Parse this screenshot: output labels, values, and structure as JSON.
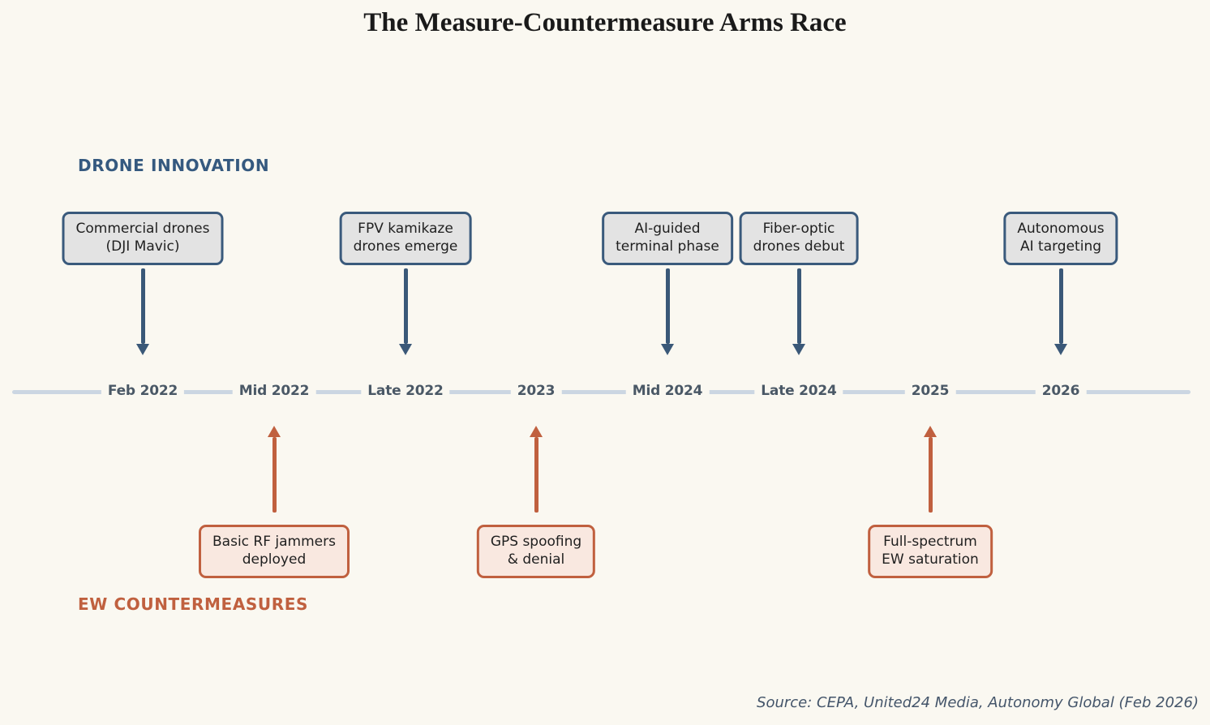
{
  "title": "The Measure-Countermeasure Arms Race",
  "source_note": "Source: CEPA, United24 Media, Autonomy Global (Feb 2026)",
  "theme": {
    "colors": {
      "background": "#FAF8F1",
      "title": "#1a1a1a",
      "innovation_accent": "#35597F",
      "innovation_box_fill": "#E3E3E3",
      "innovation_box_border": "#3A5A7C",
      "innovation_arrow": "#3A5878",
      "countermeasure_accent": "#C0603F",
      "countermeasure_box_fill": "#F9E8E0",
      "countermeasure_box_border": "#C0603F",
      "countermeasure_arrow": "#C0603F",
      "timeline_line": "#CBD6E2",
      "tick_text": "#4A5866",
      "source_text": "#44556A",
      "box_text": "#1f1f1f"
    }
  },
  "timeline": {
    "ticks": [
      "Feb 2022",
      "Mid 2022",
      "Late 2022",
      "2023",
      "Mid 2024",
      "Late 2024",
      "2025",
      "2026"
    ]
  },
  "innovation": {
    "heading": "DRONE INNOVATION",
    "events": [
      {
        "tick": "Feb 2022",
        "label": "Commercial drones\n(DJI Mavic)"
      },
      {
        "tick": "Late 2022",
        "label": "FPV kamikaze\ndrones emerge"
      },
      {
        "tick": "Mid 2024",
        "label": "AI-guided\nterminal phase"
      },
      {
        "tick": "Late 2024",
        "label": "Fiber-optic\ndrones debut"
      },
      {
        "tick": "2026",
        "label": "Autonomous\nAI targeting"
      }
    ]
  },
  "countermeasures": {
    "heading": "EW COUNTERMEASURES",
    "events": [
      {
        "tick": "Mid 2022",
        "label": "Basic RF jammers\ndeployed"
      },
      {
        "tick": "2023",
        "label": "GPS spoofing\n& denial"
      },
      {
        "tick": "2025",
        "label": "Full-spectrum\nEW saturation"
      }
    ]
  }
}
